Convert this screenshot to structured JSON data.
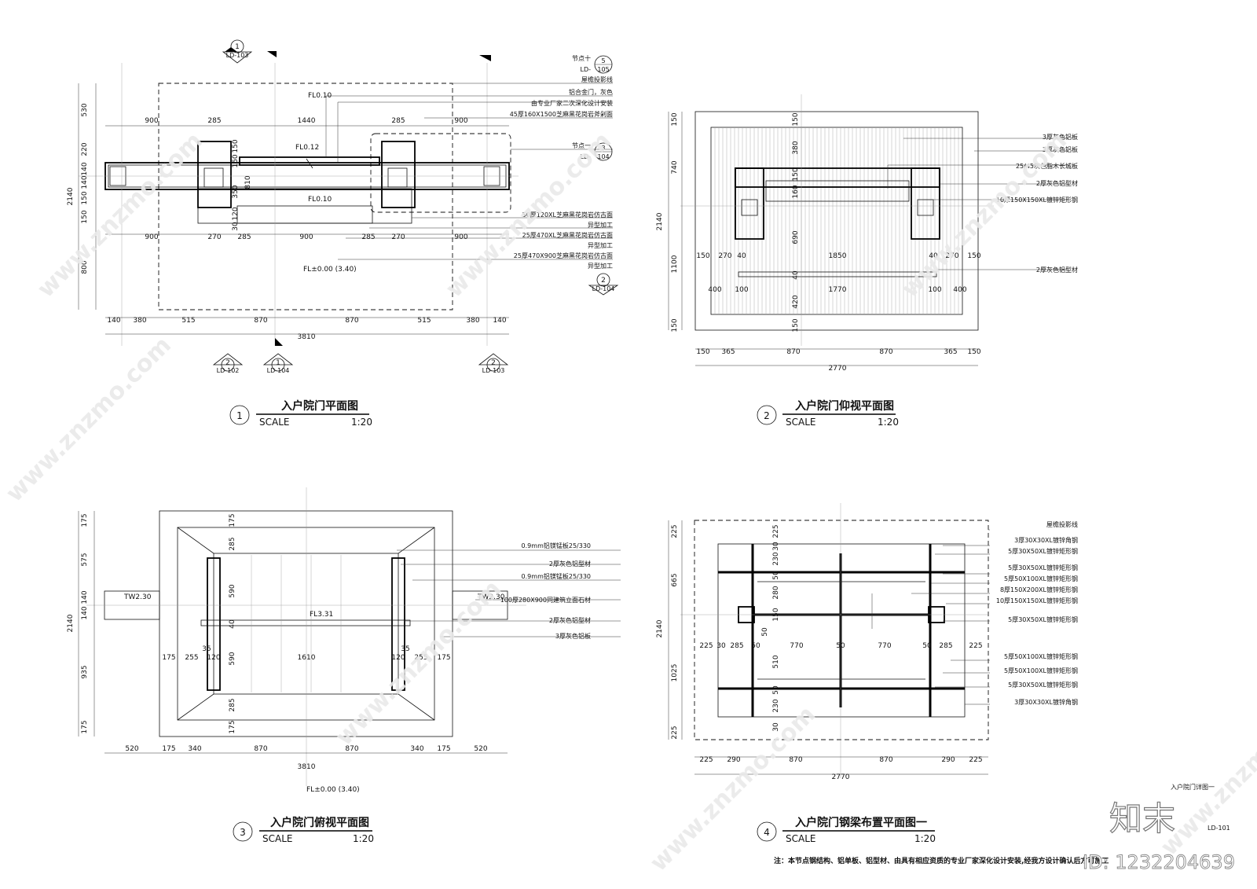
{
  "drawings": [
    {
      "num": "1",
      "title": "入户院门平面图",
      "scale_label": "SCALE",
      "scale": "1:20"
    },
    {
      "num": "2",
      "title": "入户院门仰视平面图",
      "scale_label": "SCALE",
      "scale": "1:20"
    },
    {
      "num": "3",
      "title": "入户院门俯视平面图",
      "scale_label": "SCALE",
      "scale": "1:20"
    },
    {
      "num": "4",
      "title": "入户院门钢梁布置平面图一",
      "scale_label": "SCALE",
      "scale": "1:20"
    }
  ],
  "plan1": {
    "levels": [
      "FL0.10",
      "FL0.12",
      "FL0.10",
      "FL±0.00 (3.40)"
    ],
    "callouts": [
      {
        "num": "1",
        "ref": "LD-103"
      },
      {
        "num": "2",
        "ref": "LD-102"
      },
      {
        "num": "1",
        "ref": "LD-104"
      },
      {
        "num": "2",
        "ref": "LD-103"
      },
      {
        "num": "2",
        "ref": "LD-104"
      }
    ],
    "node_callouts": [
      {
        "label": "节点十",
        "num": "5",
        "pre": "LD-",
        "ref": "105"
      },
      {
        "label": "节点一",
        "num": "3",
        "pre": "LD-",
        "ref": "104"
      }
    ],
    "notes": [
      "屋檐投影线",
      "铝合金门，灰色",
      "由专业厂家二次深化设计安装",
      "45厚160X1500芝麻黑花岗岩斧剁面",
      "50厚120XL芝麻黑花岗岩仿古面",
      "异型加工",
      "25厚470XL芝麻黑花岗岩仿古面",
      "异型加工",
      "25厚470X900芝麻黑花岗岩仿古面",
      "异型加工"
    ],
    "dims_top": [
      "900",
      "285",
      "1440",
      "285",
      "900"
    ],
    "dims_mid": [
      "900",
      "270",
      "285",
      "900",
      "285",
      "270",
      "900"
    ],
    "dims_bottom": [
      "140",
      "380",
      "515",
      "870",
      "870",
      "515",
      "380",
      "140"
    ],
    "dims_total": "3810",
    "dims_left": [
      "530",
      "220",
      "140",
      "140",
      "150",
      "150",
      "800"
    ],
    "dims_left_total": "2140",
    "dims_inner": [
      "150",
      "160",
      "350",
      "810",
      "120",
      "30"
    ]
  },
  "plan2": {
    "notes": [
      "3厚灰色铝板",
      "3厚灰色铝板",
      "25/45灰色脂木长城板",
      "2厚灰色铝型材",
      "10厚150X150XL镀锌矩形钢",
      "2厚灰色铝型材"
    ],
    "dims_row1": [
      "150",
      "270",
      "40",
      "1850",
      "40",
      "270",
      "150"
    ],
    "dims_row2": [
      "400",
      "100",
      "1770",
      "100",
      "400"
    ],
    "dims_bottom": [
      "150",
      "365",
      "870",
      "870",
      "365",
      "150"
    ],
    "dims_total": "2770",
    "dims_left": [
      "150",
      "740",
      "1100",
      "150"
    ],
    "dims_left_total": "2140",
    "dims_inner": [
      "150",
      "380",
      "150",
      "160",
      "690",
      "40",
      "420",
      "150"
    ]
  },
  "plan3": {
    "levels": [
      "TW2.30",
      "TW2.30",
      "FL3.31",
      "FL±0.00 (3.40)"
    ],
    "notes": [
      "0.9mm铝镁锰板25/330",
      "2厚灰色铝型材",
      "0.9mm铝镁锰板25/330",
      "100厚280X900同建筑立面石材",
      "2厚灰色铝型材",
      "3厚灰色铝板"
    ],
    "dims_row": [
      "175",
      "255",
      "35",
      "120",
      "1610",
      "120",
      "35",
      "255",
      "175"
    ],
    "dims_bottom": [
      "520",
      "175",
      "340",
      "870",
      "870",
      "340",
      "175",
      "520"
    ],
    "dims_total": "3810",
    "dims_left": [
      "175",
      "575",
      "140",
      "140",
      "935",
      "175"
    ],
    "dims_left_total": "2140",
    "dims_inner": [
      "175",
      "285",
      "590",
      "40",
      "590",
      "285",
      "175"
    ]
  },
  "plan4": {
    "notes": [
      "屋檐投影线",
      "3厚30X30XL镀锌角钢",
      "5厚30X50XL镀锌矩形钢",
      "5厚30X50XL镀锌矩形钢",
      "5厚50X100XL镀锌矩形钢",
      "8厚150X200XL镀锌矩形钢",
      "10厚150X150XL镀锌矩形钢",
      "5厚30X50XL镀锌矩形钢",
      "5厚50X100XL镀锌矩形钢",
      "5厚50X100XL镀锌矩形钢",
      "5厚30X50XL镀锌矩形钢",
      "3厚30X30XL镀锌角钢"
    ],
    "dims_row": [
      "225",
      "30",
      "285",
      "50",
      "770",
      "50",
      "770",
      "50",
      "285",
      "225"
    ],
    "dims_bottom": [
      "225",
      "290",
      "870",
      "870",
      "290",
      "225"
    ],
    "dims_total": "2770",
    "dims_left": [
      "225",
      "665",
      "1025",
      "225"
    ],
    "dims_left_total": "2140",
    "dims_inner": [
      "225",
      "30",
      "230",
      "50",
      "280",
      "150",
      "50",
      "510",
      "50",
      "230",
      "30"
    ]
  },
  "sheet": {
    "detail_label": "入户院门详图一",
    "sheet_no": "LD-101",
    "footnote": "注：本节点钢结构、铝单板、铝型材、由具有相应资质的专业厂家深化设计安装,经我方设计确认后方可施工",
    "watermark_text": "www.znzmo.com",
    "watermark_logo": "知末",
    "id_text": "ID: 1232204639"
  }
}
